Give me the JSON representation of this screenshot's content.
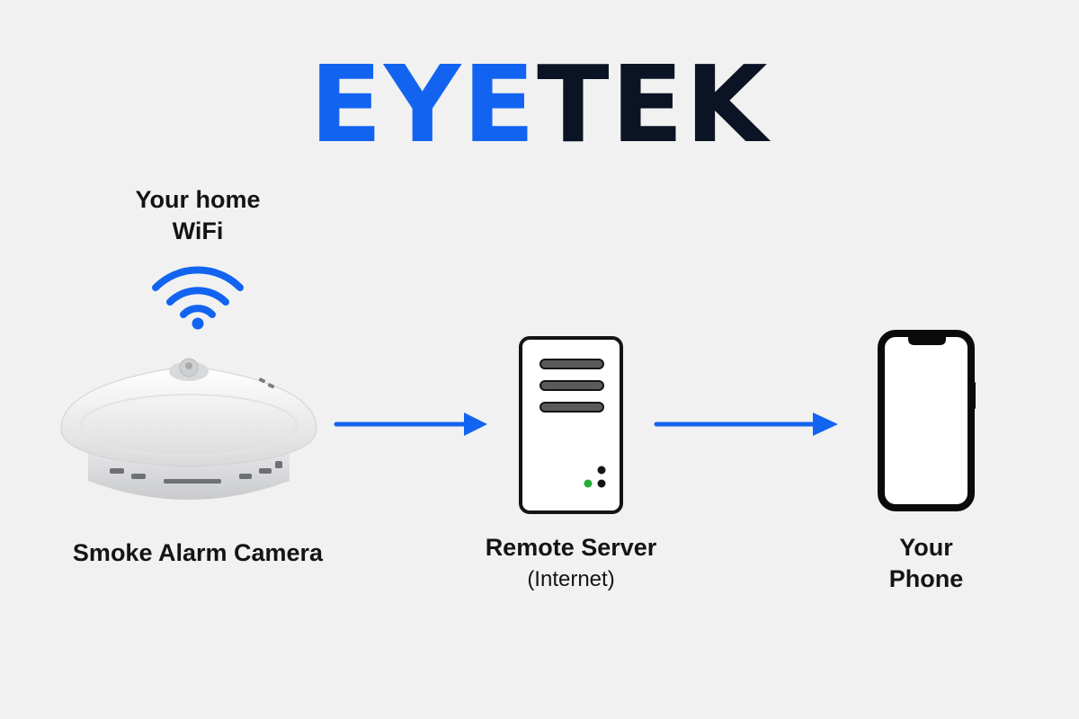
{
  "logo": {
    "part1": "EYE",
    "part2": "TEK"
  },
  "colors": {
    "accent": "#1264f0",
    "dark": "#0b1424",
    "background": "#f1f1f1",
    "led": "#22b03a"
  },
  "nodes": {
    "wifi": {
      "line1": "Your home",
      "line2": "WiFi",
      "icon": "wifi-icon"
    },
    "camera": {
      "label": "Smoke Alarm Camera",
      "icon": "smoke-alarm-camera-icon"
    },
    "server": {
      "line1": "Remote Server",
      "line2": "(Internet)",
      "icon": "server-icon"
    },
    "phone": {
      "line1": "Your",
      "line2": "Phone",
      "icon": "phone-icon"
    }
  },
  "connections": [
    {
      "from": "Smoke Alarm Camera",
      "to": "Remote Server"
    },
    {
      "from": "Remote Server",
      "to": "Your Phone"
    }
  ]
}
